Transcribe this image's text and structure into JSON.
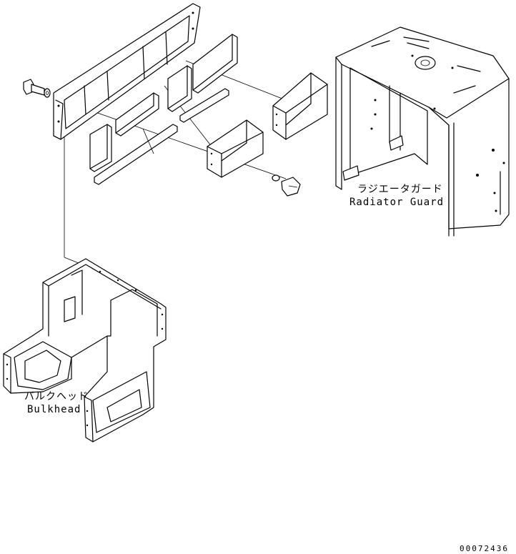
{
  "labels": {
    "radiator_guard_jp": "ラジエータガード",
    "radiator_guard_en": "Radiator Guard",
    "bulkhead_jp": "バルクヘッド",
    "bulkhead_en": "Bulkhead",
    "drawing_number": "00072436"
  },
  "colors": {
    "line": "#000000",
    "background": "#ffffff"
  }
}
